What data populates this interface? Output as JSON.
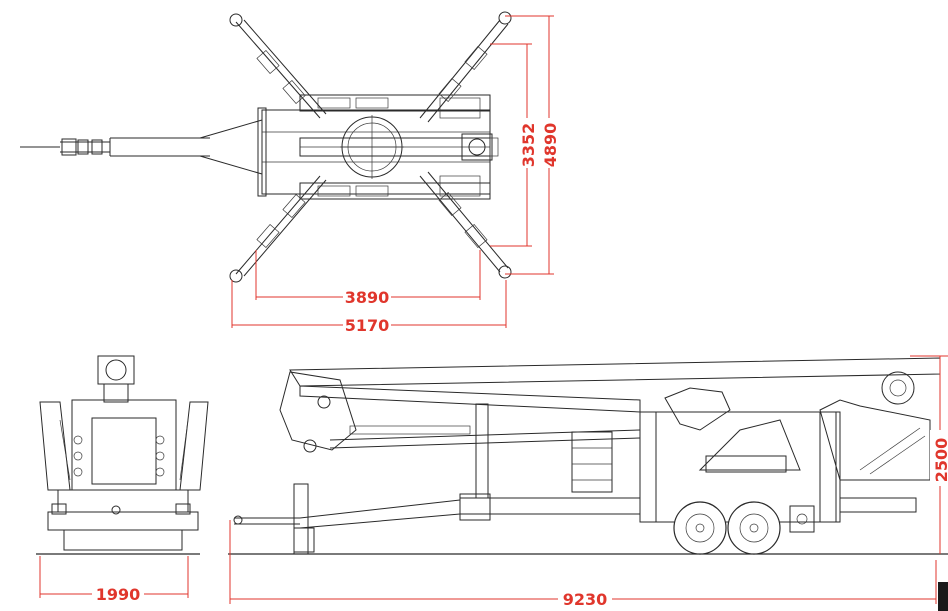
{
  "colors": {
    "dimension": "#e0362c",
    "drawing": "#2a2a2a",
    "background": "#ffffff"
  },
  "dimensions": {
    "outrigger_inner_length": "3352",
    "outrigger_outer_length": "4890",
    "outrigger_inner_width": "3890",
    "outrigger_outer_width": "5170",
    "rear_width": "1990",
    "total_length": "9230",
    "total_height": "2500"
  }
}
